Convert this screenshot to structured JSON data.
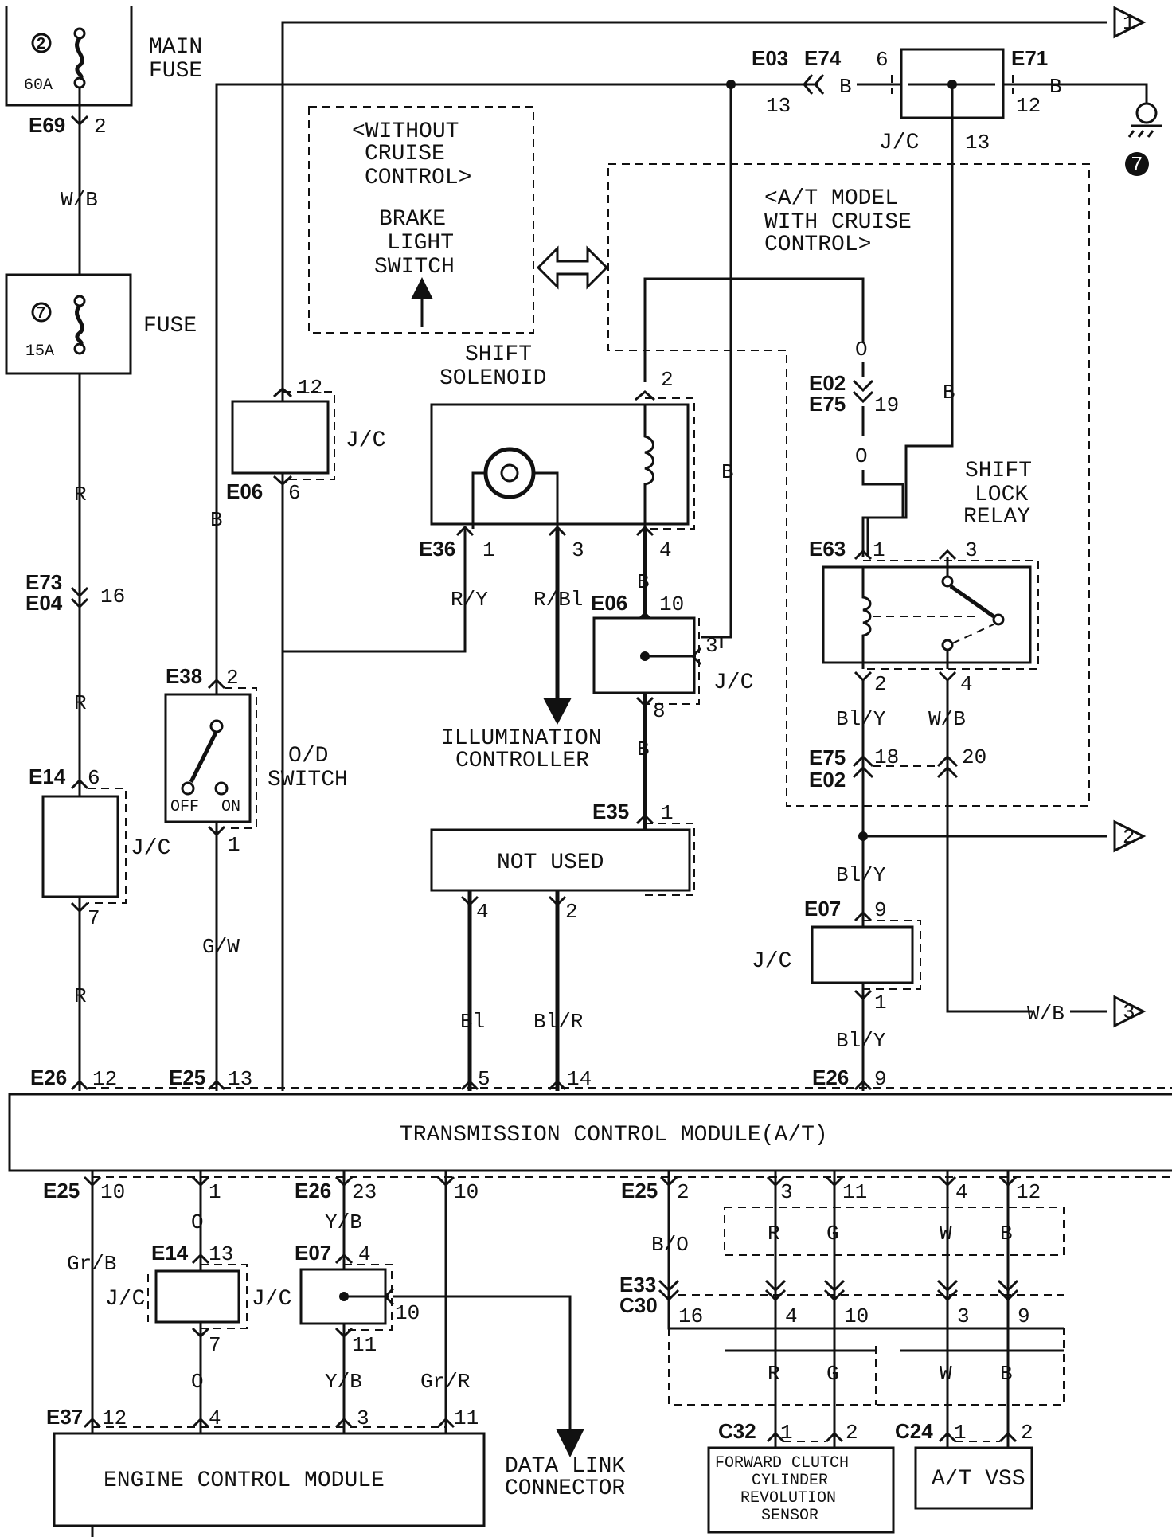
{
  "main_fuse": {
    "label_1": "MAIN",
    "label_2": "FUSE",
    "number": "2",
    "rating": "60A",
    "connector": "E69",
    "pin": "2"
  },
  "fuse": {
    "label": "FUSE",
    "number": "7",
    "rating": "15A"
  },
  "wires": {
    "wb": "W/B",
    "r": "R",
    "b": "B",
    "gw": "G/W",
    "ry": "R/Y",
    "rbl": "R/Bl",
    "bl": "Bl",
    "blr": "Bl/R",
    "bly": "Bl/Y",
    "o": "O",
    "yb": "Y/B",
    "grb": "Gr/B",
    "grr": "Gr/R",
    "bo": "B/O",
    "g": "G",
    "w": "W"
  },
  "connectors": {
    "e73": "E73",
    "e04": "E04",
    "e73_pin": "16",
    "e14": "E14",
    "e14_in": "6",
    "e14_out": "7",
    "e26": "E26",
    "e26_pin12": "12",
    "e25": "E25",
    "e25_pin13": "13",
    "e38": "E38",
    "e38_in": "2",
    "e38_out": "1",
    "e06": "E06",
    "e06_a_in": "12",
    "e06_a_out": "6",
    "e36": "E36",
    "e36_p1": "1",
    "e36_p3": "3",
    "e36_p4": "4",
    "e06_b_in": "10",
    "e06_b_side": "3",
    "e06_b_out": "8",
    "e35": "E35",
    "e35_pin": "1",
    "tcm_pin5": "5",
    "tcm_pin14": "14",
    "ns_pin4": "4",
    "ns_pin2": "2",
    "e03": "E03",
    "e74": "E74",
    "e03_pin": "13",
    "e71": "E71",
    "jc_top_in": "6",
    "jc_top_right": "12",
    "jc_top_out": "13",
    "e02": "E02",
    "e75": "E75",
    "e02_pin": "19",
    "e63": "E63",
    "e63_p1": "1",
    "e63_p3": "3",
    "e63_p2": "2",
    "e63_p4": "4",
    "e75_pin18": "18",
    "e75_pin20": "20",
    "e07": "E07",
    "e07_in": "9",
    "e07_out": "1",
    "e26_pin9": "9",
    "shift_sol_pin2": "2"
  },
  "components": {
    "without_cruise": [
      "<WITHOUT",
      "CRUISE",
      "CONTROL>"
    ],
    "brake_switch": [
      "BRAKE",
      "LIGHT",
      "SWITCH"
    ],
    "at_model": [
      "<A/T MODEL",
      "WITH CRUISE",
      "CONTROL>"
    ],
    "shift_solenoid": [
      "SHIFT",
      "SOLENOID"
    ],
    "shift_lock_relay": [
      "SHIFT",
      "LOCK",
      "RELAY"
    ],
    "od_switch": [
      "O/D",
      "SWITCH"
    ],
    "od_off": "OFF",
    "od_on": "ON",
    "illumination": [
      "ILLUMINATION",
      "CONTROLLER"
    ],
    "not_used": "NOT USED",
    "jc": "J/C",
    "tcm": "TRANSMISSION CONTROL MODULE(A/T)",
    "ecm": "ENGINE CONTROL MODULE",
    "dlc": [
      "DATA LINK",
      "CONNECTOR"
    ],
    "fccr": [
      "FORWARD CLUTCH",
      "CYLINDER",
      "REVOLUTION",
      "SENSOR"
    ],
    "vss": "A/T VSS",
    "ground": "7"
  },
  "refs": {
    "r1": "1",
    "r2": "2",
    "r3": "3"
  },
  "bottom": {
    "e25_10": "10",
    "p1": "1",
    "e26_23": "23",
    "p10": "10",
    "e25_2": "2",
    "p3": "3",
    "p11": "11",
    "p4": "4",
    "p12": "12",
    "e14_13": "13",
    "e14_7": "7",
    "e07_4": "4",
    "e07_11": "11",
    "e07_10": "10",
    "e33": "E33",
    "c30": "C30",
    "c30_16": "16",
    "c30_4": "4",
    "c30_10": "10",
    "c30_3": "3",
    "c30_9": "9",
    "e37": "E37",
    "ecm_12": "12",
    "ecm_4": "4",
    "ecm_3": "3",
    "ecm_11": "11",
    "c32": "C32",
    "c32_1": "1",
    "c32_2": "2",
    "c24": "C24",
    "c24_1": "1",
    "c24_2": "2"
  }
}
